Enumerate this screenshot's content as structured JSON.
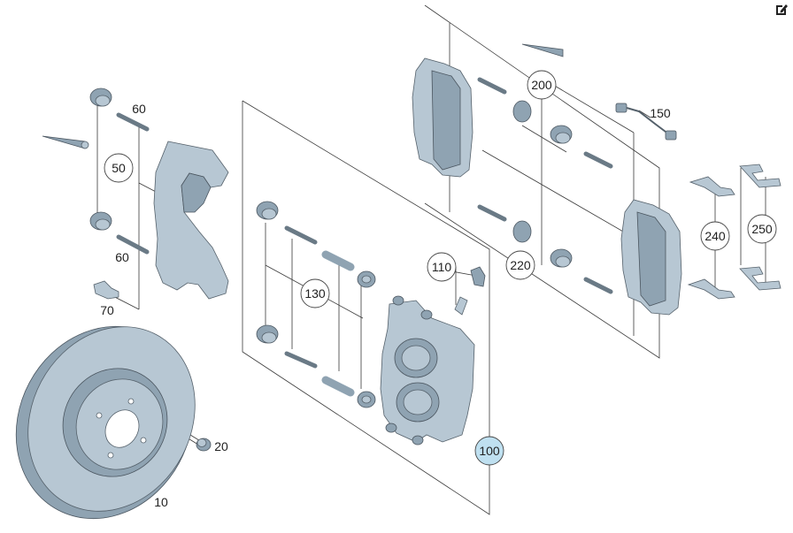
{
  "toolbar": {
    "edit_icon": "edit-icon"
  },
  "callouts": {
    "c10": "10",
    "c20": "20",
    "c50": "50",
    "c60a": "60",
    "c60b": "60",
    "c70": "70",
    "c100": "100",
    "c110": "110",
    "c130": "130",
    "c150": "150",
    "c200": "200",
    "c220": "220",
    "c240": "240",
    "c250": "250"
  },
  "colors": {
    "part_fill": "#b7c7d3",
    "highlight": "#bfe0f0"
  }
}
